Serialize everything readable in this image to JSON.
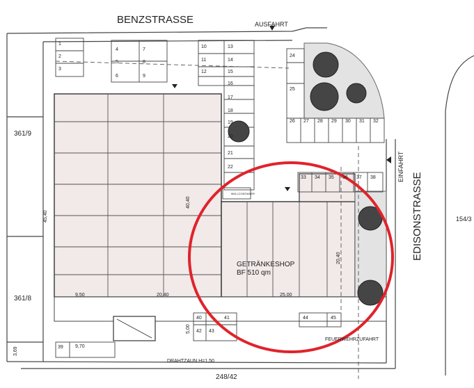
{
  "streets": {
    "top": "BENZSTRASSE",
    "right": "EDISONSTRASSE"
  },
  "labels": {
    "ausfahrt": "AUSFAHRT",
    "einfahrt": "EINFAHRT",
    "shop_name": "GETRÄNKESHOP",
    "shop_area": "BF 510 qm",
    "muellcontainer": "MÜLLCONTAINER",
    "feuerwehrzufahrt": "FEUERWEHRZUFAHRT",
    "drahtzaun": "DRAHTZAUN H=1,50"
  },
  "parcels": {
    "left_upper": "361/9",
    "left_lower": "361/8",
    "bottom": "248/42",
    "right": "154/3"
  },
  "dimensions": {
    "d_45_40": "45,40",
    "d_40_40": "40,40",
    "d_20_40_vert": "20,40",
    "d_9_50": "9,50",
    "d_20_40_horiz": "20,40",
    "d_25_00": "25,00",
    "d_5_00": "5,00",
    "d_3_69": "3,69",
    "d_9_70": "9,70"
  },
  "parking_spaces": [
    "1",
    "2",
    "3",
    "4",
    "5",
    "6",
    "7",
    "8",
    "9",
    "10",
    "11",
    "12",
    "13",
    "14",
    "15",
    "16",
    "17",
    "18",
    "19",
    "20",
    "21",
    "22",
    "24",
    "25",
    "26",
    "27",
    "28",
    "29",
    "30",
    "31",
    "32",
    "33",
    "34",
    "35",
    "36",
    "37",
    "38",
    "39",
    "40",
    "41",
    "42",
    "43",
    "44",
    "45"
  ],
  "colors": {
    "building_fill": "#f2e9e9",
    "highlight_circle": "#e0232b",
    "tree": "#454545",
    "green_strip": "#e3e3e3"
  }
}
